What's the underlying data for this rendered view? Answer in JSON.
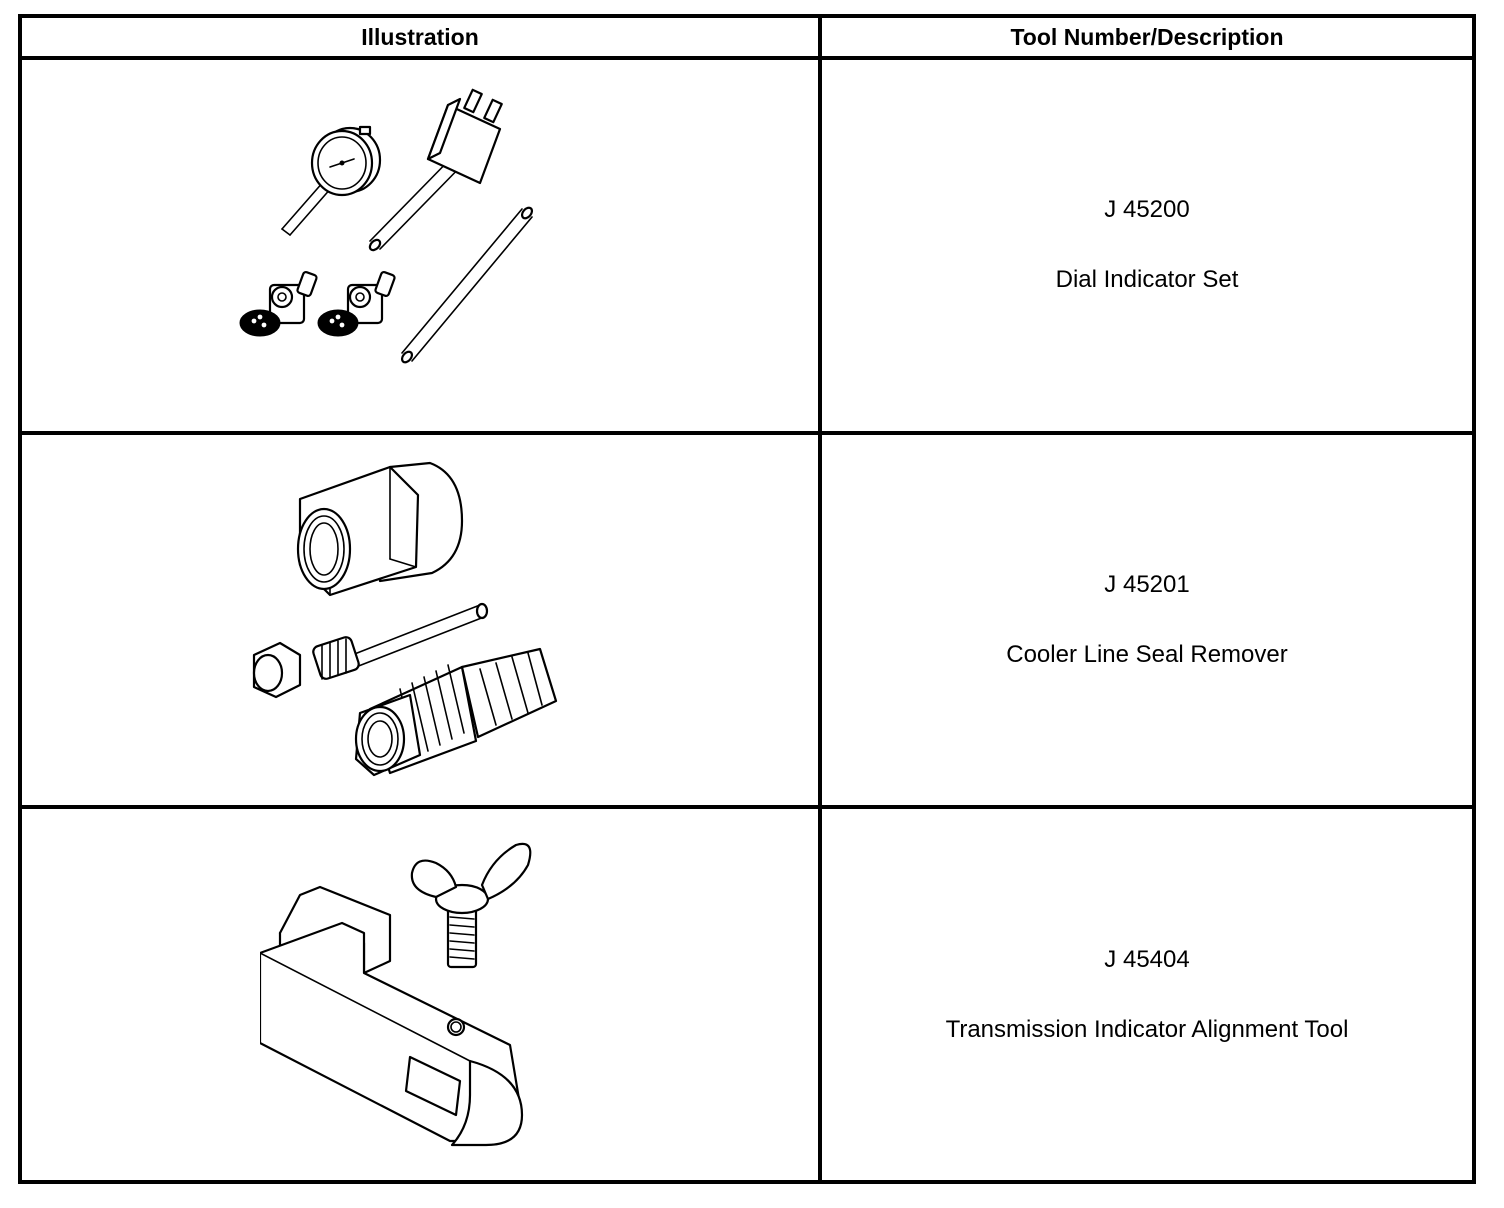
{
  "table": {
    "headers": [
      "Illustration",
      "Tool Number/Description"
    ],
    "rows": [
      {
        "tool_number": "J 45200",
        "description": "Dial Indicator Set",
        "illustration": "dial-indicator-set-drawing"
      },
      {
        "tool_number": "J 45201",
        "description": "Cooler Line Seal Remover",
        "illustration": "cooler-line-seal-remover-drawing"
      },
      {
        "tool_number": "J 45404",
        "description": "Transmission Indicator Alignment Tool",
        "illustration": "alignment-tool-drawing"
      }
    ]
  }
}
